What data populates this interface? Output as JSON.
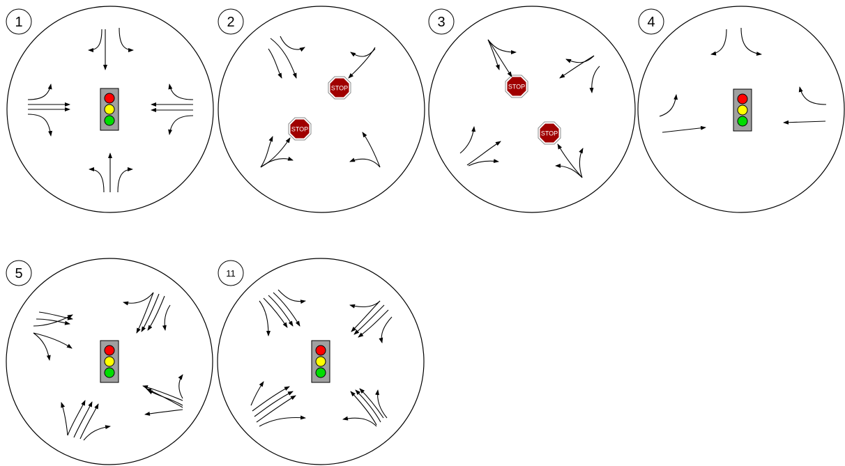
{
  "diagrams": [
    {
      "number": "1",
      "has_traffic_light": true,
      "stop_signs": []
    },
    {
      "number": "2",
      "has_traffic_light": false,
      "stop_signs": [
        "STOP",
        "STOP"
      ]
    },
    {
      "number": "3",
      "has_traffic_light": false,
      "stop_signs": [
        "STOP",
        "STOP"
      ]
    },
    {
      "number": "4",
      "has_traffic_light": true,
      "stop_signs": []
    },
    {
      "number": "5",
      "has_traffic_light": true,
      "stop_signs": []
    },
    {
      "number": "11",
      "has_traffic_light": true,
      "stop_signs": []
    }
  ],
  "colors": {
    "light_red": "#ff0000",
    "light_yellow": "#ffff00",
    "light_green": "#00dd00",
    "light_housing": "#a0a0a0",
    "stop_sign": "#a00000"
  }
}
